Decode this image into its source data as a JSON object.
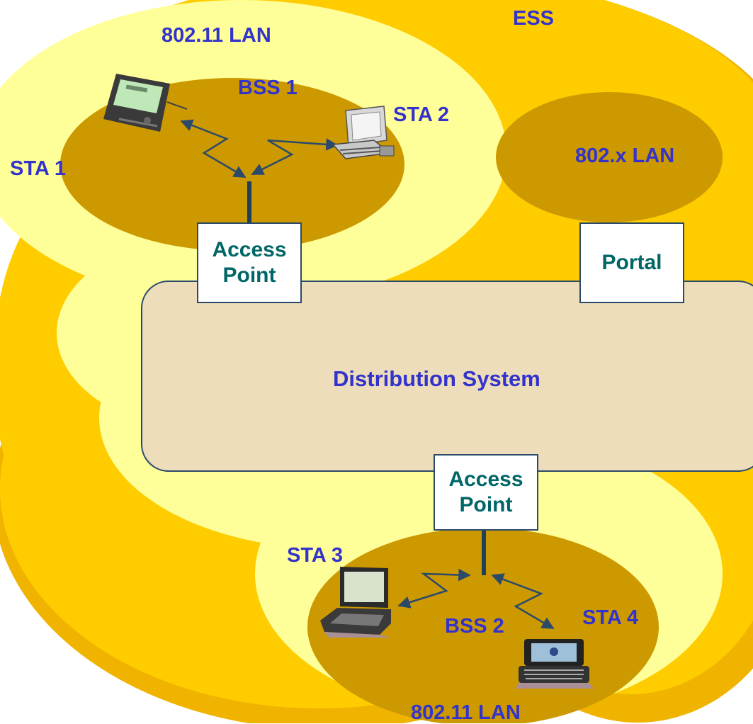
{
  "colors": {
    "ess_fill": "#ffcc00",
    "ess_shadow": "#f0b400",
    "lan_fill": "#ffff99",
    "bss_fill": "#cc9900",
    "ds_fill": "#eeddbb",
    "label_blue": "#3333cc",
    "box_text": "#006666",
    "link_color": "#2b4a6a"
  },
  "labels": {
    "ess": "ESS",
    "lan_top": "802.11 LAN",
    "lan_bottom": "802.11 LAN",
    "bss1": "BSS 1",
    "bss2": "BSS 2",
    "sta1": "STA 1",
    "sta2": "STA 2",
    "sta3": "STA 3",
    "sta4": "STA 4",
    "lan_x": "802.x LAN",
    "distribution_system": "Distribution System"
  },
  "boxes": {
    "ap_top": {
      "line1": "Access",
      "line2": "Point"
    },
    "ap_bottom": {
      "line1": "Access",
      "line2": "Point"
    },
    "portal": {
      "line1": "Portal"
    }
  },
  "icons": {
    "sta1": "pda-device-icon",
    "sta2": "desktop-terminal-icon",
    "sta3": "laptop-icon",
    "sta4": "handheld-pc-icon"
  }
}
